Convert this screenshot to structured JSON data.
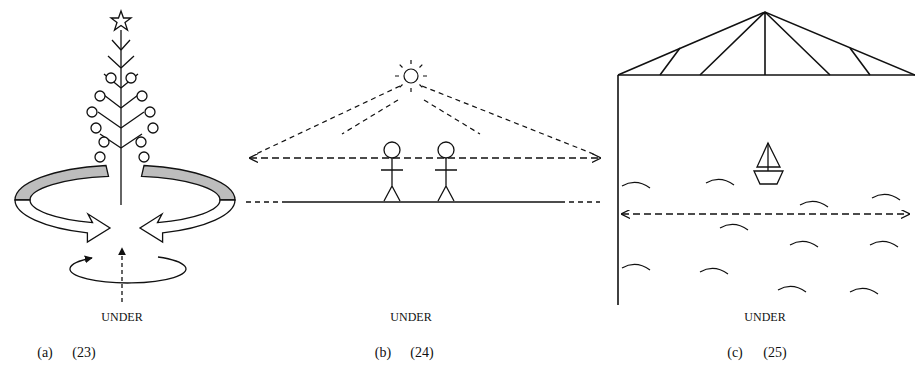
{
  "diagram": {
    "labels": [
      "UNDER",
      "(a)",
      "(23)",
      "UNDER",
      "(b)",
      "(24)",
      "UNDER",
      "(c)",
      "(25)"
    ]
  }
}
